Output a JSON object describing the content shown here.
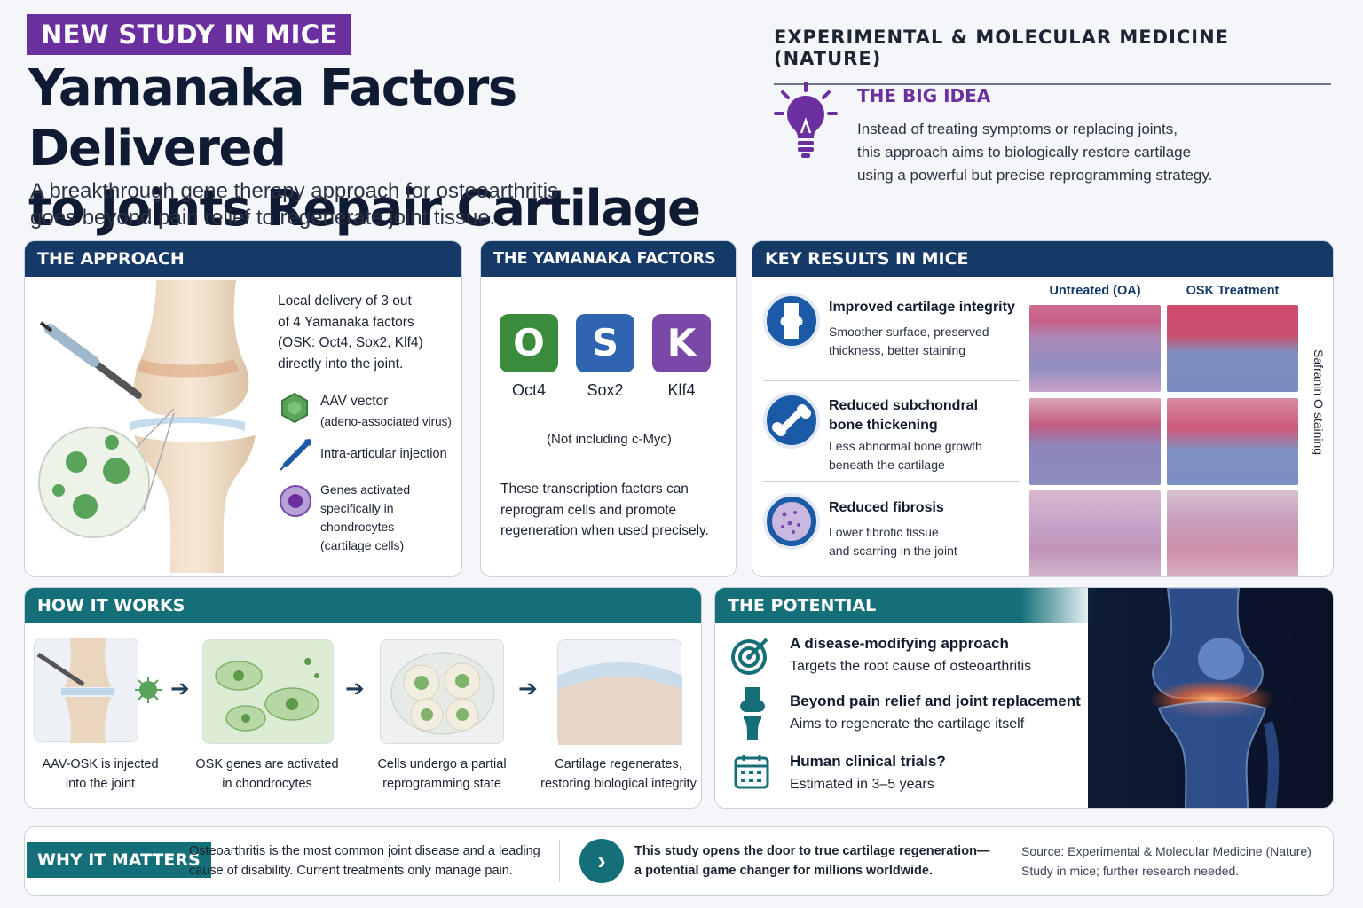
{
  "header": {
    "tag": "NEW STUDY IN MICE",
    "title_line1": "Yamanaka Factors Delivered",
    "title_line2": "to Joints Repair Cartilage",
    "subtitle_line1": "A breakthrough gene therapy approach for osteoarthritis",
    "subtitle_line2": "goes beyond pain relief to regenerate joint tissue.",
    "journal": "EXPERIMENTAL & MOLECULAR MEDICINE (NATURE)"
  },
  "big_idea": {
    "heading": "THE BIG IDEA",
    "line1": "Instead of treating symptoms or replacing joints,",
    "line2": "this approach aims to biologically restore cartilage",
    "line3": "using a powerful but precise reprogramming strategy."
  },
  "approach": {
    "heading": "THE APPROACH",
    "line1": "Local delivery of 3 out",
    "line2": "of 4 Yamanaka factors",
    "line3": "(OSK: Oct4, Sox2, Klf4)",
    "line4": "directly into the joint.",
    "aav_title": "AAV vector",
    "aav_sub": "(adeno-associated virus)",
    "injection": "Intra-articular injection",
    "genes1": "Genes activated",
    "genes2": "specifically in",
    "genes3": "chondrocytes",
    "genes4": "(cartilage cells)"
  },
  "factors": {
    "heading": "THE YAMANAKA FACTORS USED",
    "tiles": [
      {
        "letter": "O",
        "name": "Oct4",
        "color": "#3a8b3c"
      },
      {
        "letter": "S",
        "name": "Sox2",
        "color": "#2e64b0"
      },
      {
        "letter": "K",
        "name": "Klf4",
        "color": "#7a49a8"
      }
    ],
    "note": "(Not including c-Myc)",
    "desc1": "These transcription factors can",
    "desc2": "reprogram cells and promote",
    "desc3": "regeneration when used precisely."
  },
  "results": {
    "heading": "KEY RESULTS IN MICE",
    "col_untreated": "Untreated (OA)",
    "col_treated": "OSK Treatment",
    "stain_label": "Safranin O staining",
    "items": [
      {
        "title": "Improved cartilage integrity",
        "title2": "",
        "line1": "Smoother surface, preserved",
        "line2": "thickness, better staining",
        "icon": "knee-joint-icon"
      },
      {
        "title": "Reduced subchondral",
        "title2": "bone thickening",
        "line1": "Less abnormal bone growth",
        "line2": "beneath the cartilage",
        "icon": "bone-icon"
      },
      {
        "title": "Reduced fibrosis",
        "title2": "",
        "line1": "Lower fibrotic tissue",
        "line2": "and scarring in the joint",
        "icon": "tissue-icon"
      }
    ]
  },
  "how": {
    "heading": "HOW IT WORKS",
    "steps": [
      {
        "line1": "AAV-OSK is injected",
        "line2": "into the joint"
      },
      {
        "line1": "OSK genes are activated",
        "line2": "in chondrocytes"
      },
      {
        "line1": "Cells undergo a partial",
        "line2": "reprogramming state"
      },
      {
        "line1": "Cartilage regenerates,",
        "line2": "restoring biological integrity"
      }
    ]
  },
  "potential": {
    "heading": "THE POTENTIAL",
    "items": [
      {
        "title": "A disease-modifying approach",
        "sub": "Targets the root cause of osteoarthritis"
      },
      {
        "title": "Beyond pain relief and joint replacement",
        "sub": "Aims to regenerate the cartilage itself"
      },
      {
        "title": "Human clinical trials?",
        "sub": "Estimated in 3–5 years"
      }
    ]
  },
  "footer": {
    "badge": "WHY IT MATTERS",
    "text1": "Osteoarthritis is the most common joint disease and a leading",
    "text2": "cause of disability. Current treatments only manage pain.",
    "bold1": "This study opens the door to true cartilage regeneration—",
    "bold2": "a potential game changer for millions worldwide.",
    "source1": "Source: Experimental & Molecular Medicine (Nature)",
    "source2": "Study in mice; further research needed."
  },
  "colors": {
    "purple": "#6b2fa0",
    "navy": "#163a68",
    "teal": "#156f79"
  }
}
